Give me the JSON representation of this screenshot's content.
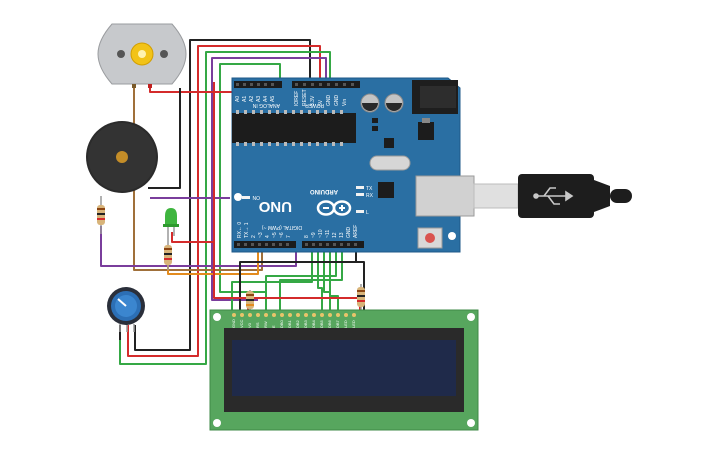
{
  "board": {
    "logo_text": "UNO",
    "brand": "ARDUINO",
    "header_power": "POWER",
    "header_analog": "ANALOG IN",
    "header_digital": "DIGITAL (PWM ~)",
    "power_pins": [
      "IOREF",
      "RESET",
      "3.3V",
      "5V",
      "GND",
      "GND",
      "Vin"
    ],
    "analog_pins": [
      "A0",
      "A1",
      "A2",
      "A3",
      "A4",
      "A5"
    ],
    "digital_pins_left": [
      "AREF",
      "GND",
      "13",
      "12",
      "~11",
      "~10",
      "~9",
      "8"
    ],
    "digital_pins_right": [
      "7",
      "~6",
      "~5",
      "4",
      "~3",
      "2",
      "TX→ 1",
      "RX← 0"
    ],
    "label_on": "ON",
    "label_tx": "TX",
    "label_rx": "RX",
    "label_l": "L"
  },
  "lcd": {
    "pins": [
      "GND",
      "VCC",
      "V0",
      "RS",
      "RW",
      "E",
      "DB0",
      "DB1",
      "DB2",
      "DB3",
      "DB4",
      "DB5",
      "DB6",
      "DB7",
      "LED",
      "LED"
    ]
  },
  "colors": {
    "board": "#2a6fa3",
    "lcd_pcb": "#57a65e",
    "wire_red": "#d42b2b",
    "wire_black": "#222222",
    "wire_green": "#35a845",
    "wire_orange": "#e38b1e",
    "wire_purple": "#7a3d9c",
    "wire_brown": "#a0703a"
  }
}
